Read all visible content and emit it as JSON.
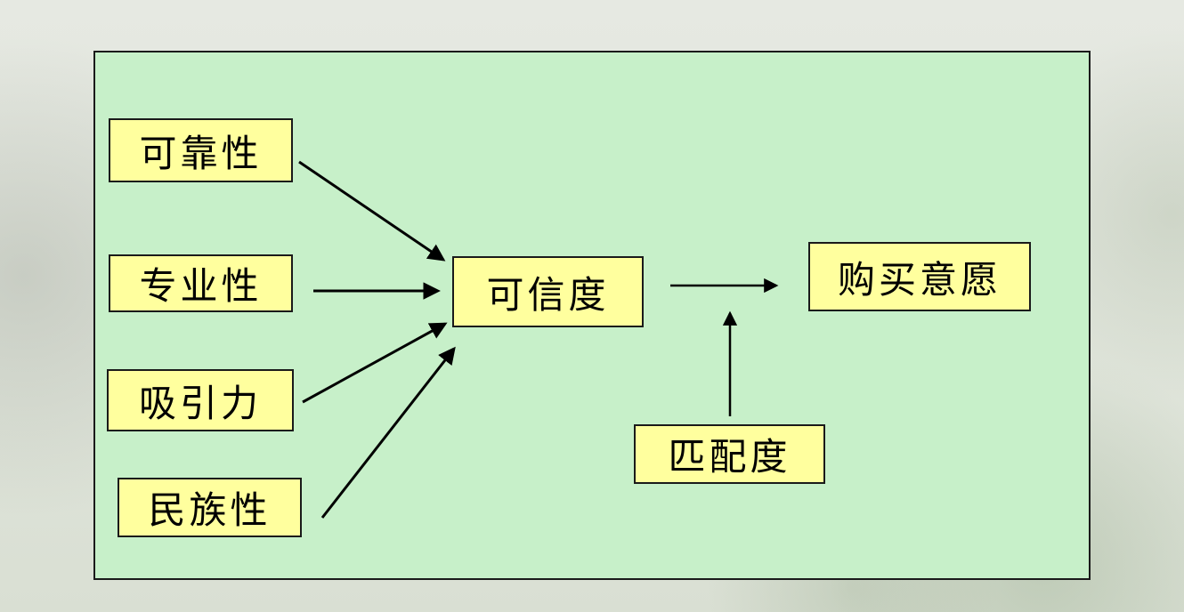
{
  "diagram": {
    "title": "celebrity-endorsement-credibility-model",
    "colors": {
      "panel_background": "#c7f0c9",
      "node_fill": "#ffff9e",
      "border": "#1a1a1a",
      "arrow": "#000000",
      "page_background": "#e0e5dc"
    },
    "nodes": {
      "reliability": {
        "label": "可靠性"
      },
      "expertise": {
        "label": "专业性"
      },
      "attractiveness": {
        "label": "吸引力"
      },
      "ethnicity": {
        "label": "民族性"
      },
      "credibility": {
        "label": "可信度"
      },
      "purchase_intention": {
        "label": "购买意愿"
      },
      "match": {
        "label": "匹配度"
      }
    },
    "edges": [
      {
        "from": "reliability",
        "to": "credibility"
      },
      {
        "from": "expertise",
        "to": "credibility"
      },
      {
        "from": "attractiveness",
        "to": "credibility"
      },
      {
        "from": "ethnicity",
        "to": "credibility"
      },
      {
        "from": "credibility",
        "to": "purchase_intention"
      },
      {
        "from": "match",
        "to": "credibility_purchase_link"
      }
    ]
  }
}
